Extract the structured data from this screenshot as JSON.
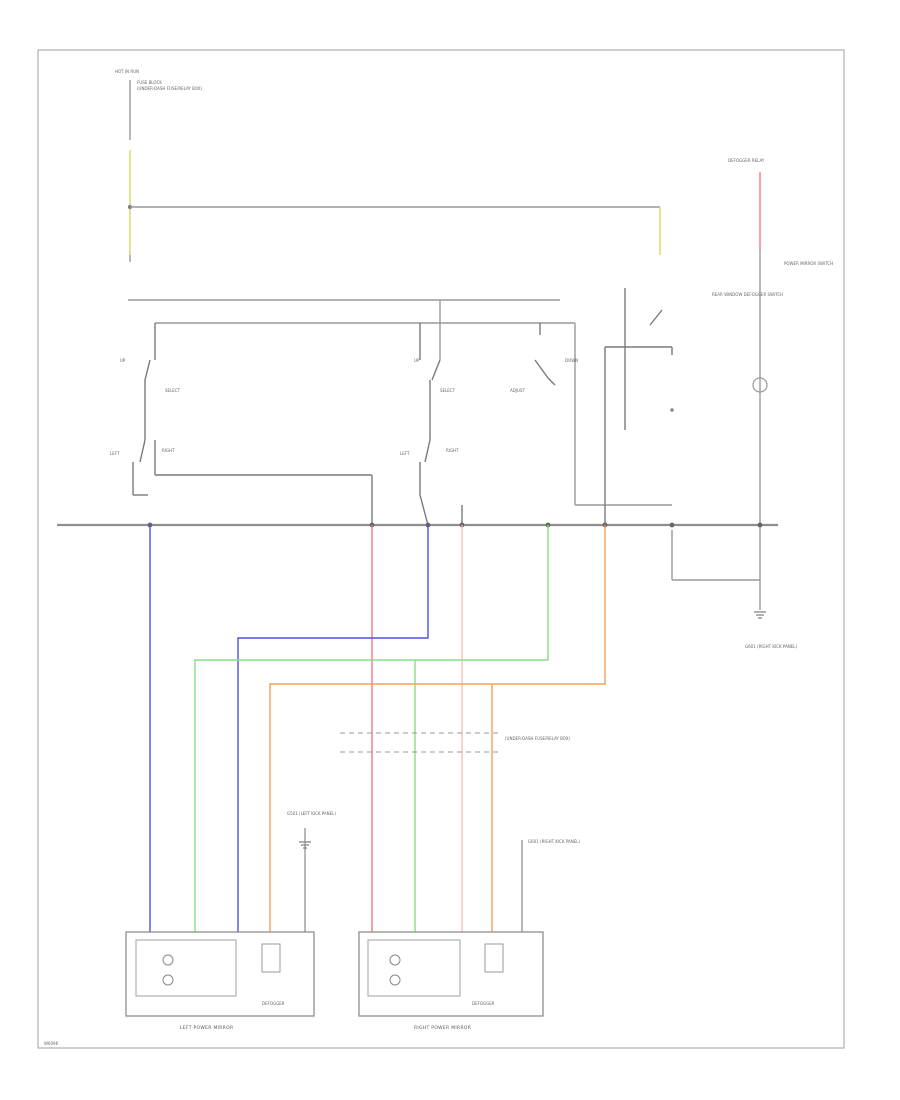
{
  "diagram": {
    "figure_code": "W6096",
    "captions": {
      "left_mirror": "LEFT POWER MIRROR",
      "right_mirror": "RIGHT POWER MIRROR",
      "defogger_left": "DEFOGGER",
      "defogger_right": "DEFOGGER",
      "power_mirror_switch": "POWER MIRROR SWITCH",
      "hot_in_run": "HOT IN RUN",
      "fuse_block": "FUSE BLOCK",
      "under_dash_fuse": "(UNDER-DASH FUSE/RELAY BOX)",
      "rear_defogger_switch": "REAR WINDOW DEFOGGER SWITCH",
      "ground_left": "G501 (LEFT KICK PANEL)",
      "ground_right": "G601 (RIGHT KICK PANEL)"
    },
    "switch_labels": {
      "select": "SELECT",
      "adjust": "ADJUST",
      "left": "LEFT",
      "right": "RIGHT",
      "up": "UP",
      "down": "DOWN"
    },
    "wire_colors": {
      "blue": "#5050e0",
      "green": "#88dd88",
      "orange": "#f5a055",
      "red": "#f07a7a",
      "pink": "#f3c4b4",
      "yellow": "#d8d860",
      "black": "#9a9a9a"
    }
  }
}
